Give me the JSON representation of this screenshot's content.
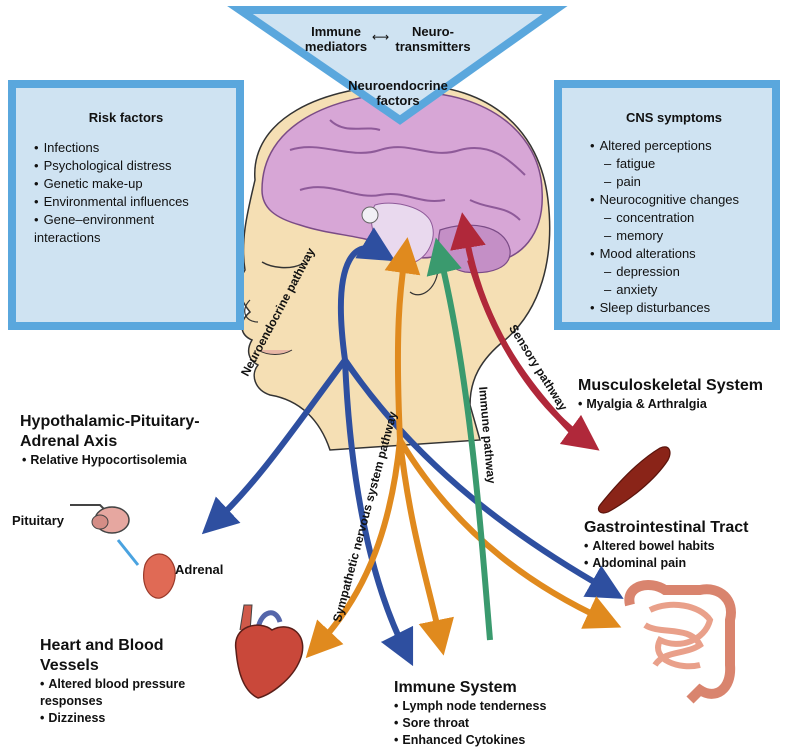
{
  "triangle": {
    "immune": "Immune mediators",
    "neuro": "Neuro-transmitters",
    "factors": "Neuroendocrine factors"
  },
  "risk_factors": {
    "title": "Risk factors",
    "items": [
      "Infections",
      "Psychological distress",
      "Genetic make-up",
      "Environmental influences",
      "Gene–environment interactions"
    ]
  },
  "cns_symptoms": {
    "title": "CNS symptoms",
    "items": [
      {
        "text": "Altered perceptions",
        "type": "bullet"
      },
      {
        "text": "fatigue",
        "type": "sub"
      },
      {
        "text": "pain",
        "type": "sub"
      },
      {
        "text": "Neurocognitive changes",
        "type": "bullet"
      },
      {
        "text": "concentration",
        "type": "sub"
      },
      {
        "text": "memory",
        "type": "sub"
      },
      {
        "text": "Mood alterations",
        "type": "bullet"
      },
      {
        "text": "depression",
        "type": "sub"
      },
      {
        "text": "anxiety",
        "type": "sub"
      },
      {
        "text": "Sleep disturbances",
        "type": "bullet"
      }
    ]
  },
  "pathways": {
    "neuroendocrine": "Neuroendocrine pathway",
    "sympathetic": "Sympathetic nervous system pathway",
    "immune": "Immune pathway",
    "sensory": "Sensory pathway"
  },
  "colors": {
    "neuroendocrine": "#2e4fa0",
    "sympathetic": "#e08a1e",
    "immune": "#3a9a6e",
    "sensory": "#b0283a",
    "panel_fill": "#cfe3f2",
    "panel_border": "#5aa7dd"
  },
  "hpa": {
    "title": "Hypothalamic-Pituitary-Adrenal Axis",
    "items": [
      "Relative Hypocortisolemia"
    ],
    "pituitary_label": "Pituitary",
    "adrenal_label": "Adrenal"
  },
  "musculoskeletal": {
    "title": "Musculoskeletal System",
    "items": [
      "Myalgia & Arthralgia"
    ]
  },
  "gastrointestinal": {
    "title": "Gastrointestinal Tract",
    "items": [
      "Altered bowel habits",
      "Abdominal pain"
    ]
  },
  "heart": {
    "title": "Heart and Blood Vessels",
    "items": [
      "Altered blood pressure responses",
      "Dizziness"
    ]
  },
  "immune_system": {
    "title": "Immune System",
    "items": [
      "Lymph node tenderness",
      "Sore throat",
      "Enhanced Cytokines"
    ]
  }
}
